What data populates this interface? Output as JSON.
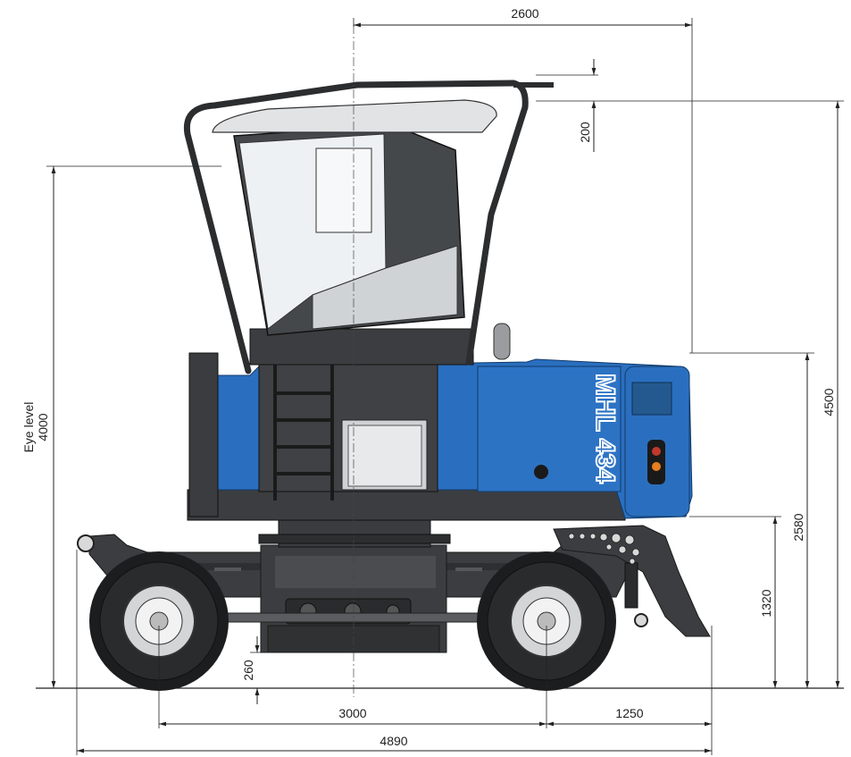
{
  "colors": {
    "body_blue": "#2a6fbf",
    "frame_dark": "#3b3d40",
    "tire": "#1c1d1f",
    "glass": "#eef1f3",
    "roof": "#e1e3e5"
  },
  "model_label": "MHL 434",
  "dimensions": {
    "top_width": "2600",
    "roof_offset": "200",
    "total_height": "4500",
    "eye_level_label": "Eye level",
    "eye_level_value": "4000",
    "upper_height": "2580",
    "lower_height": "1320",
    "ground_clearance": "260",
    "wheelbase": "3000",
    "rear_overhang": "1250",
    "total_length": "4890"
  }
}
